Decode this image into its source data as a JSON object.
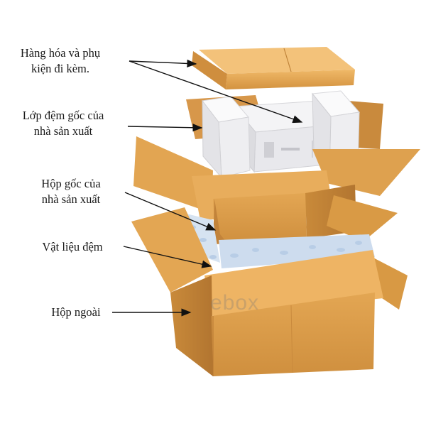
{
  "labels": {
    "goods": [
      "Hàng hóa và phụ",
      "kiện đi kèm."
    ],
    "foam": [
      "Lớp đệm gốc của",
      "nhà sản xuất"
    ],
    "inner_box": [
      "Hộp gốc của",
      "nhà sản xuất"
    ],
    "cushion": "Vật liệu đệm",
    "outer_box": "Hộp ngoài"
  },
  "watermark": "ebox",
  "colors": {
    "cardboard_light": "#e7ad5a",
    "cardboard_mid": "#d99a45",
    "cardboard_dark": "#b87a30",
    "foam": "#f2f2f4",
    "peanuts": "#c7d8ec",
    "arrow": "#111111"
  }
}
